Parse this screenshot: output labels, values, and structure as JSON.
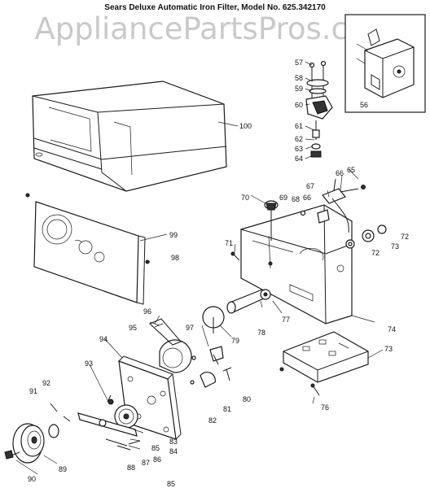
{
  "title": "Sears Deluxe Automatic Iron Filter, Model No. 625.342170",
  "watermark": "AppliancePartsPros.com",
  "page_number": "85",
  "callouts": {
    "c56": "56",
    "c57": "57",
    "c58": "58",
    "c59": "59",
    "c60": "60",
    "c61": "61",
    "c62": "62",
    "c63": "63",
    "c64": "64",
    "c65": "65",
    "c66a": "66",
    "c66b": "66",
    "c67": "67",
    "c68": "68",
    "c69": "69",
    "c70": "70",
    "c71": "71",
    "c72a": "72",
    "c72b": "72",
    "c73a": "73",
    "c73b": "73",
    "c74": "74",
    "c76": "76",
    "c77": "77",
    "c78": "78",
    "c79": "79",
    "c80": "80",
    "c81": "81",
    "c82": "82",
    "c83": "83",
    "c84": "84",
    "c85": "85",
    "c86": "86",
    "c87": "87",
    "c88": "88",
    "c89": "89",
    "c90": "90",
    "c91": "91",
    "c92": "92",
    "c93": "93",
    "c94": "94",
    "c95": "95",
    "c96": "96",
    "c97": "97",
    "c98": "98",
    "c99": "99",
    "c100": "100"
  }
}
